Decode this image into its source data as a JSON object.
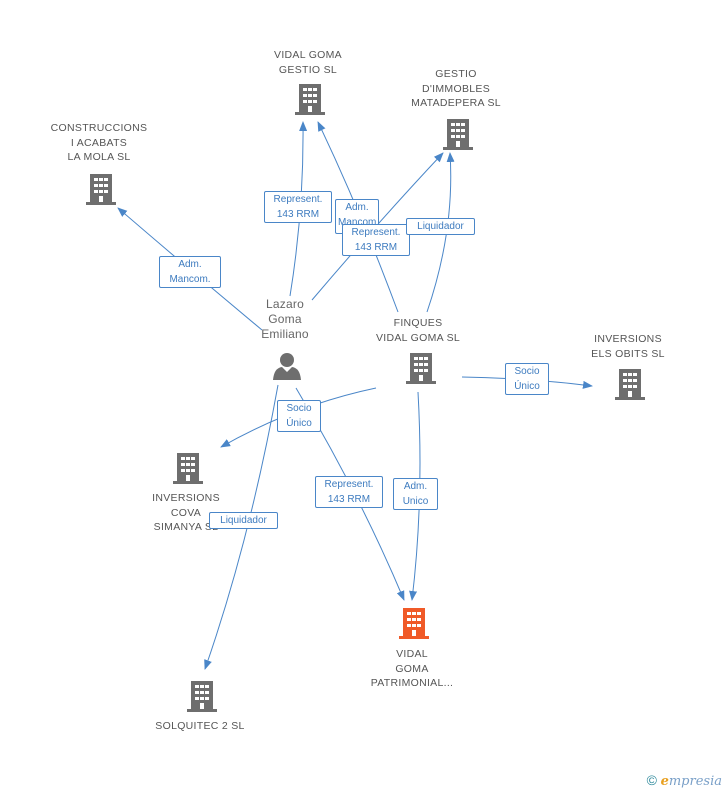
{
  "nodes": {
    "vidal_goma_gestio": {
      "lines": [
        "VIDAL GOMA",
        "GESTIO SL"
      ]
    },
    "gestio_immobles": {
      "lines": [
        "GESTIO",
        "D'IMMOBLES",
        "MATADEPERA SL"
      ]
    },
    "construccions": {
      "lines": [
        "CONSTRUCCIONS",
        "I ACABATS",
        "LA MOLA  SL"
      ]
    },
    "lazaro": {
      "lines": [
        "Lazaro",
        "Goma",
        "Emiliano"
      ]
    },
    "finques": {
      "lines": [
        "FINQUES",
        "VIDAL GOMA SL"
      ]
    },
    "inversions_obits": {
      "lines": [
        "INVERSIONS",
        "ELS OBITS  SL"
      ]
    },
    "inversions_cova": {
      "lines": [
        "INVERSIONS",
        "COVA",
        "SIMANYA  SL"
      ]
    },
    "vidal_patrimonial": {
      "lines": [
        "VIDAL",
        "GOMA",
        "PATRIMONIAL..."
      ]
    },
    "solquitec": {
      "lines": [
        "SOLQUITEC 2 SL"
      ]
    }
  },
  "edge_labels": {
    "adm_mancom": [
      "Adm.",
      "Mancom."
    ],
    "represent_gestio": [
      "Represent.",
      "143 RRM"
    ],
    "adm_hidden": [
      "Adm.",
      "Mancom."
    ],
    "represent_finques": [
      "Represent.",
      "143 RRM"
    ],
    "liquidador_gestio": [
      "Liquidador"
    ],
    "socio_obits": [
      "Socio",
      "Único"
    ],
    "socio_cova": [
      "Socio",
      "Único"
    ],
    "represent_patrimonial": [
      "Represent.",
      "143 RRM"
    ],
    "adm_unico": [
      "Adm.",
      "Unico"
    ],
    "liquidador_solquitec": [
      "Liquidador"
    ]
  },
  "colors": {
    "building": "#6e6e6e",
    "building_highlight": "#f05a28",
    "edge": "#4a86c8",
    "person": "#6e6e6e"
  },
  "brand": {
    "copyright": "©",
    "e": "e",
    "rest": "mpresia"
  }
}
